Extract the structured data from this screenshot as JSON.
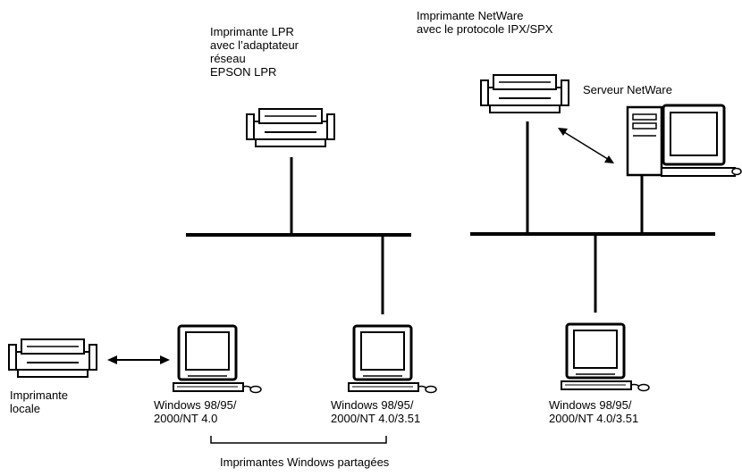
{
  "labels": {
    "lpr_printer": "Imprimante LPR\navec l’adaptateur\nréseau\n EPSON LPR",
    "netware_printer": "Imprimante NetWare\navec le protocole IPX/SPX",
    "netware_server": "Serveur NetWare",
    "local_printer": "Imprimante\nlocale",
    "client_1": "Windows 98/95/\n2000/NT 4.0",
    "client_2": "Windows 98/95/\n2000/NT 4.0/3.51",
    "client_3": "Windows 98/95/\n2000/NT 4.0/3.51",
    "shared_caption": "Imprimantes Windows partagées"
  },
  "icons": {
    "printer": "printer-icon",
    "computer": "computer-icon",
    "server": "server-icon"
  },
  "colors": {
    "line": "#000000",
    "background": "#ffffff"
  }
}
